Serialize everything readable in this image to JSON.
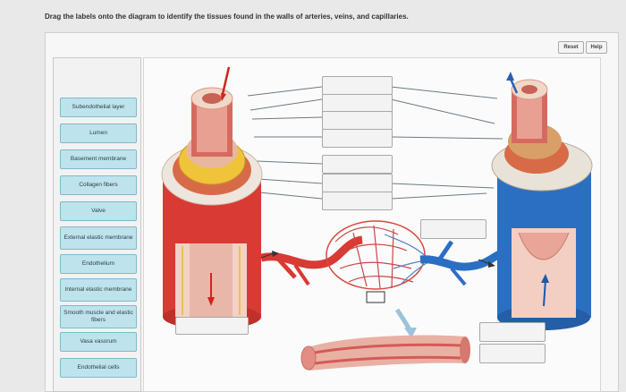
{
  "instruction": "Drag the labels onto the diagram to identify the tissues found in the walls of arteries, veins, and capillaries.",
  "buttons": {
    "reset": "Reset",
    "help": "Help"
  },
  "labels": [
    "Subendothelial layer",
    "Lumen",
    "Basement membrane",
    "Collagen fibers",
    "Valve",
    "External elastic membrane",
    "Endothelium",
    "Internal elastic membrane",
    "Smooth muscle and elastic fibers",
    "Vasa vasorum",
    "Endothelial cells"
  ],
  "colors": {
    "artery": "#d93a33",
    "vein": "#2b6fc2",
    "label_bg": "#bfe3ec",
    "collagen": "#f0c43a"
  }
}
